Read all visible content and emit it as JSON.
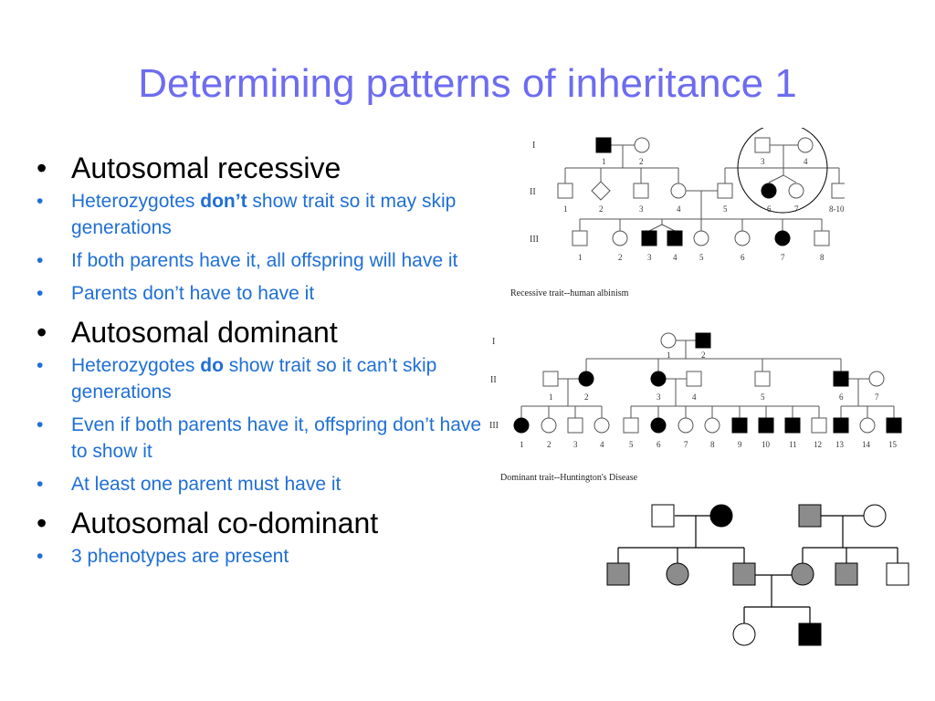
{
  "title": "Determining patterns of inheritance 1",
  "bullets": {
    "recessive": {
      "heading": "Autosomal recessive",
      "sub1_pre": "Heterozygotes ",
      "sub1_bold": "don’t",
      "sub1_post": " show trait so it may skip generations",
      "sub2": "If both parents have it, all offspring will have it",
      "sub3": "Parents don’t have to have it"
    },
    "dominant": {
      "heading": "Autosomal dominant",
      "sub1_pre": "Heterozygotes ",
      "sub1_bold": "do",
      "sub1_post": " show trait so it can’t skip generations",
      "sub2": "Even if both parents have it, offspring don’t have to show it",
      "sub3": "At least one parent must have it"
    },
    "codominant": {
      "heading": "Autosomal co-dominant",
      "sub1": "3 phenotypes are present"
    }
  },
  "pedigree1": {
    "caption": "Recessive trait--human albinism",
    "gen_labels": [
      "I",
      "II",
      "III"
    ],
    "gen1_nums": [
      "1",
      "2",
      "3",
      "4"
    ],
    "gen2_nums": [
      "1",
      "2",
      "3",
      "4",
      "5",
      "6",
      "7",
      "8-10"
    ],
    "gen3_nums": [
      "1",
      "2",
      "3",
      "4",
      "5",
      "6",
      "7",
      "8"
    ]
  },
  "pedigree2": {
    "caption": "Dominant trait--Huntington's Disease",
    "gen_labels": [
      "I",
      "II",
      "III"
    ],
    "gen1_nums": [
      "1",
      "2"
    ],
    "gen2_nums": [
      "1",
      "2",
      "3",
      "4",
      "5",
      "6",
      "7"
    ],
    "gen3_nums": [
      "1",
      "2",
      "3",
      "4",
      "5",
      "6",
      "7",
      "8",
      "9",
      "10",
      "11",
      "12",
      "13",
      "14",
      "15"
    ]
  },
  "colors": {
    "title": "#6d6cf0",
    "sub_bullets": "#1f6fd6",
    "affected": "#000000",
    "carrier_gray": "#8c8c8c"
  }
}
